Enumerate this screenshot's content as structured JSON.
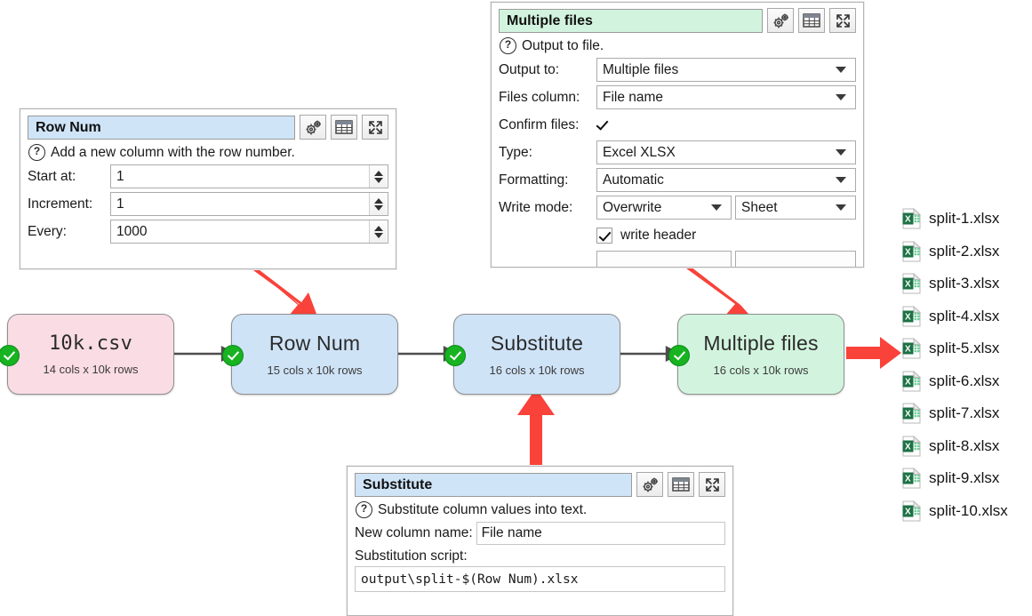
{
  "panels": {
    "row_num": {
      "title": "Row Num",
      "description": "Add a new column with the row number.",
      "help_icon": "question-circle-icon",
      "header_buttons": [
        "gear-icon",
        "table-icon",
        "expand-icon"
      ],
      "fields": [
        {
          "label": "Start at:",
          "value": "1"
        },
        {
          "label": "Increment:",
          "value": "1"
        },
        {
          "label": "Every:",
          "value": "1000"
        }
      ]
    },
    "multiple_files": {
      "title": "Multiple files",
      "description": "Output to file.",
      "help_icon": "question-circle-icon",
      "header_buttons": [
        "gear-icon",
        "table-icon",
        "expand-icon"
      ],
      "output_to": {
        "label": "Output to:",
        "value": "Multiple files"
      },
      "files_column": {
        "label": "Files column:",
        "value": "File name"
      },
      "confirm_files": {
        "label": "Confirm files:",
        "checked": true
      },
      "type": {
        "label": "Type:",
        "value": "Excel XLSX"
      },
      "formatting": {
        "label": "Formatting:",
        "value": "Automatic"
      },
      "write_mode": {
        "label": "Write mode:",
        "value": "Overwrite",
        "target_value": "Sheet"
      },
      "write_header": {
        "label": "write header",
        "checked": true
      }
    },
    "substitute": {
      "title": "Substitute",
      "description": "Substitute column values into text.",
      "help_icon": "question-circle-icon",
      "header_buttons": [
        "gear-icon",
        "table-icon",
        "expand-icon"
      ],
      "new_column_name": {
        "label": "New column name:",
        "value": "File name"
      },
      "substitution_script": {
        "label": "Substitution script:",
        "value": "output\\split-$(Row Num).xlsx"
      }
    }
  },
  "flow": {
    "nodes": [
      {
        "name": "10k.csv",
        "subtitle": "14 cols x 10k rows",
        "color": "#fadce5",
        "status": "ok"
      },
      {
        "name": "Row Num",
        "subtitle": "15 cols x 10k rows",
        "color": "#cfe3f7",
        "status": "ok"
      },
      {
        "name": "Substitute",
        "subtitle": "16 cols x 10k rows",
        "color": "#cfe3f7",
        "status": "ok"
      },
      {
        "name": "Multiple files",
        "subtitle": "16 cols x 10k rows",
        "color": "#d2f4de",
        "status": "ok"
      }
    ]
  },
  "output_files": [
    {
      "icon": "excel-file-icon",
      "name": "split-1.xlsx"
    },
    {
      "icon": "excel-file-icon",
      "name": "split-2.xlsx"
    },
    {
      "icon": "excel-file-icon",
      "name": "split-3.xlsx"
    },
    {
      "icon": "excel-file-icon",
      "name": "split-4.xlsx"
    },
    {
      "icon": "excel-file-icon",
      "name": "split-5.xlsx"
    },
    {
      "icon": "excel-file-icon",
      "name": "split-6.xlsx"
    },
    {
      "icon": "excel-file-icon",
      "name": "split-7.xlsx"
    },
    {
      "icon": "excel-file-icon",
      "name": "split-8.xlsx"
    },
    {
      "icon": "excel-file-icon",
      "name": "split-9.xlsx"
    },
    {
      "icon": "excel-file-icon",
      "name": "split-10.xlsx"
    }
  ],
  "colors": {
    "annotation_arrow": "#f9423a",
    "status_ok": "#17b321",
    "node_input": "#fadce5",
    "node_transform": "#cfe3f7",
    "node_output": "#d2f4de",
    "excel_green": "#1e7145"
  }
}
